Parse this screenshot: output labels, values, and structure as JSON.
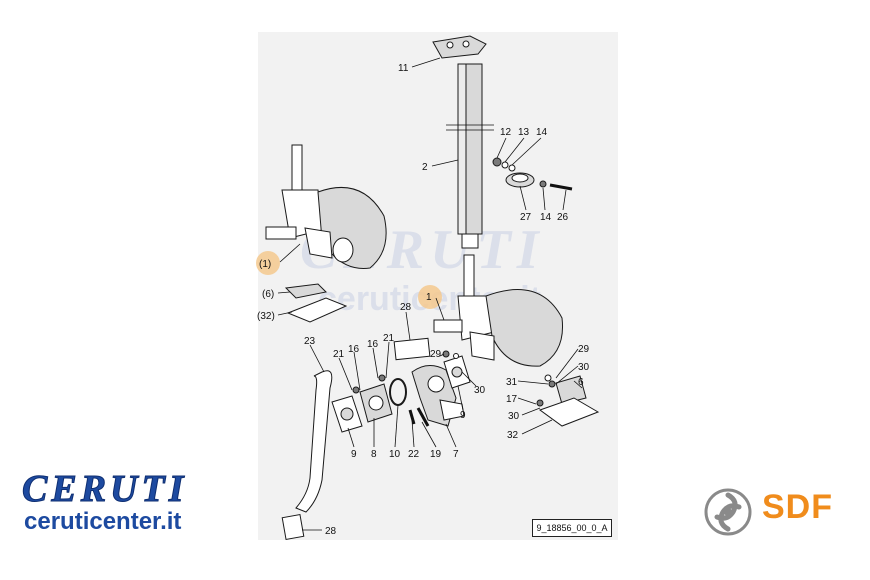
{
  "diagram": {
    "drawing_code": "9_18856_00_0_A",
    "highlight_refs": [
      "(1)",
      "1"
    ],
    "part_labels": [
      {
        "id": "11",
        "text": "11"
      },
      {
        "id": "2",
        "text": "2"
      },
      {
        "id": "12",
        "text": "12"
      },
      {
        "id": "13",
        "text": "13"
      },
      {
        "id": "14a",
        "text": "14"
      },
      {
        "id": "27",
        "text": "27"
      },
      {
        "id": "14b",
        "text": "14"
      },
      {
        "id": "26",
        "text": "26"
      },
      {
        "id": "ref1",
        "text": "(1)"
      },
      {
        "id": "ref6",
        "text": "(6)"
      },
      {
        "id": "ref32",
        "text": "(32)"
      },
      {
        "id": "1",
        "text": "1"
      },
      {
        "id": "28a",
        "text": "28"
      },
      {
        "id": "23",
        "text": "23"
      },
      {
        "id": "21a",
        "text": "21"
      },
      {
        "id": "16a",
        "text": "16"
      },
      {
        "id": "16b",
        "text": "16"
      },
      {
        "id": "21b",
        "text": "21"
      },
      {
        "id": "29a",
        "text": "29"
      },
      {
        "id": "30a",
        "text": "30"
      },
      {
        "id": "9a",
        "text": "9"
      },
      {
        "id": "29b",
        "text": "29"
      },
      {
        "id": "30b",
        "text": "30"
      },
      {
        "id": "31",
        "text": "31"
      },
      {
        "id": "6",
        "text": "6"
      },
      {
        "id": "17",
        "text": "17"
      },
      {
        "id": "30c",
        "text": "30"
      },
      {
        "id": "32",
        "text": "32"
      },
      {
        "id": "9b",
        "text": "9"
      },
      {
        "id": "8",
        "text": "8"
      },
      {
        "id": "10",
        "text": "10"
      },
      {
        "id": "22",
        "text": "22"
      },
      {
        "id": "19",
        "text": "19"
      },
      {
        "id": "7",
        "text": "7"
      },
      {
        "id": "28b",
        "text": "28"
      }
    ]
  },
  "branding": {
    "watermark_name": "CERUTI",
    "watermark_url": "ceruticenter.it",
    "logo_name": "CERUTI",
    "logo_url": "ceruticenter.it",
    "sdf_text": "SDF",
    "sdf_icon": "sdf-swirl-icon",
    "colors": {
      "ceruti_blue": "#1d4aa0",
      "sdf_orange": "#f08c1c",
      "highlight": "#f4c98e"
    }
  }
}
